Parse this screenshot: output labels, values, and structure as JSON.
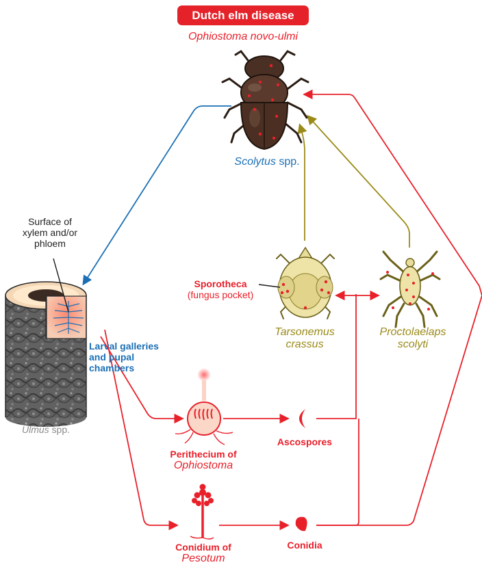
{
  "title": "Dutch elm disease",
  "subtitle": "Ophiostoma novo-ulmi",
  "beetle": {
    "genus": "Scolytus",
    "suffix": " spp."
  },
  "surface_label": [
    "Surface of",
    "xylem and/or",
    "phloem"
  ],
  "galleries_label": [
    "Larval galleries",
    "and pupal",
    "chambers"
  ],
  "tree": {
    "genus": "Ulmus",
    "suffix": " spp."
  },
  "sporotheca": {
    "name": "Sporotheca",
    "note": "(fungus pocket)"
  },
  "mite1": [
    "Tarsonemus",
    "crassus"
  ],
  "mite2": [
    "Proctolaelaps",
    "scolyti"
  ],
  "perithecium": {
    "line1": "Perithecium of",
    "line2": "Ophiostoma"
  },
  "ascospores": "Ascospores",
  "conidium": {
    "line1": "Conidium of",
    "line2": "Pesotum"
  },
  "conidia": "Conidia",
  "colors": {
    "red": "#e8202a",
    "blue": "#1a6fb5",
    "olive": "#9a8a18"
  }
}
